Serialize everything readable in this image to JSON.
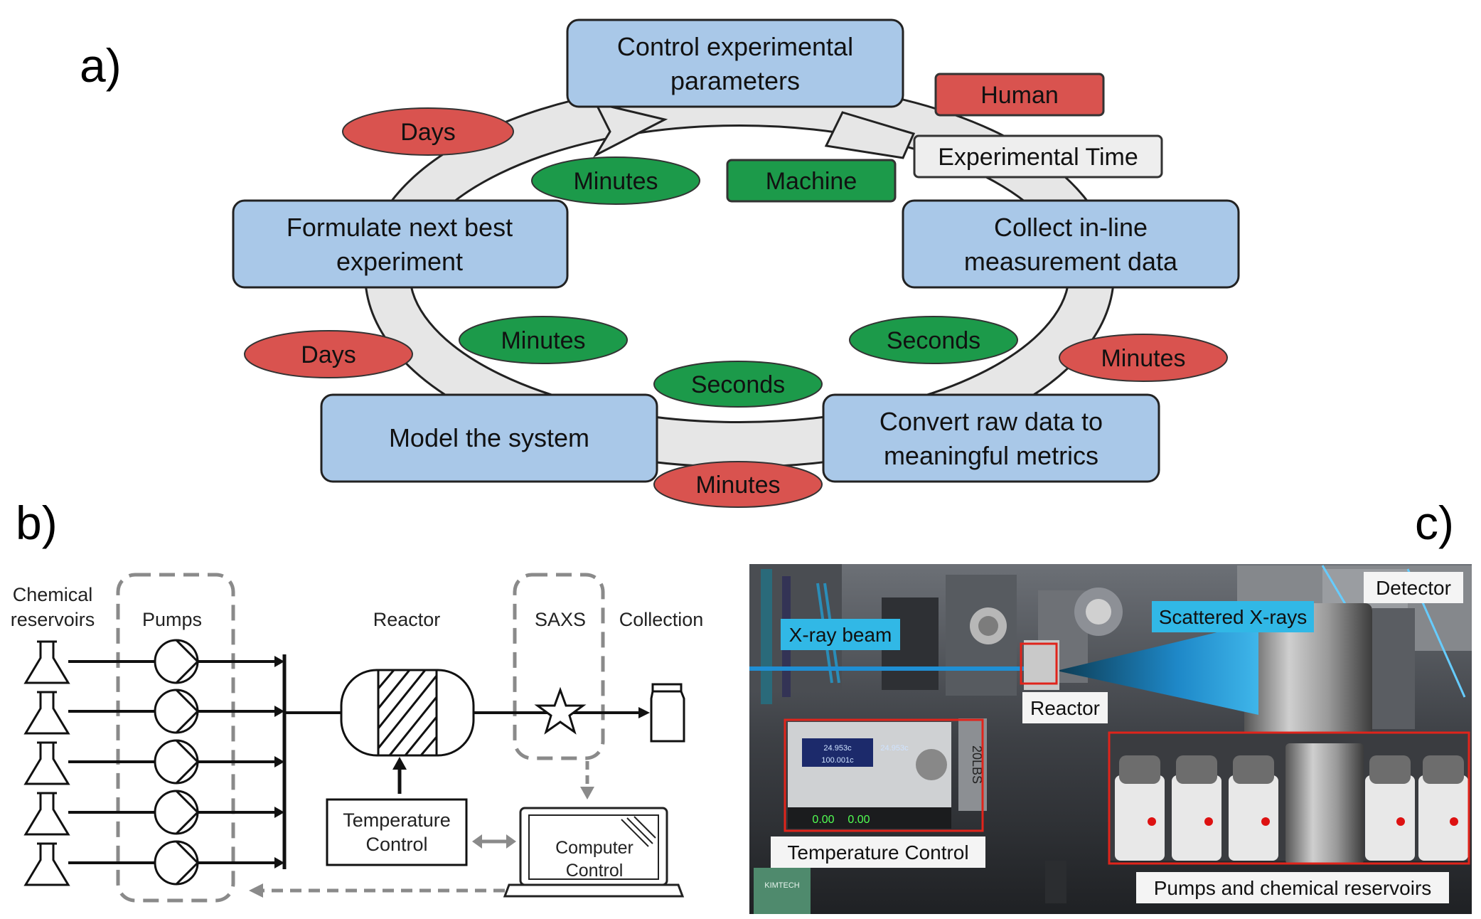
{
  "panel_a": {
    "label": "a)",
    "boxes": {
      "control": [
        "Control experimental",
        "parameters"
      ],
      "formulate": [
        "Formulate next best",
        "experiment"
      ],
      "collect": [
        "Collect in-line",
        "measurement data"
      ],
      "model": [
        "Model the system"
      ],
      "convert": [
        "Convert raw data to",
        "meaningful metrics"
      ]
    },
    "ovals": {
      "days_top": "Days",
      "minutes_top": "Minutes",
      "days_left": "Days",
      "minutes_left": "Minutes",
      "seconds_bottom": "Seconds",
      "minutes_bottom": "Minutes",
      "seconds_right": "Seconds",
      "minutes_right": "Minutes"
    },
    "legend": {
      "human": "Human",
      "machine": "Machine",
      "experimental_time": "Experimental Time"
    },
    "colors": {
      "box": "#a9c8e8",
      "human": "#d9534f",
      "machine": "#1c9a4a",
      "arrow": "#e6e6e6"
    }
  },
  "panel_b": {
    "label": "b)",
    "chemical": [
      "Chemical",
      "reservoirs"
    ],
    "pumps": "Pumps",
    "reactor": "Reactor",
    "saxs": "SAXS",
    "collection": "Collection",
    "temperature": [
      "Temperature",
      "Control"
    ],
    "computer": [
      "Computer",
      "Control"
    ]
  },
  "panel_c": {
    "label": "c)",
    "labels": {
      "xray": "X-ray beam",
      "scattered": "Scattered X-rays",
      "detector": "Detector",
      "reactor": "Reactor",
      "temperature": "Temperature Control",
      "pumps": "Pumps and chemical reservoirs"
    },
    "instrument_texts": {
      "lab": "20LBS",
      "brand": "KIMTECH",
      "display1": "24.953c",
      "display2": "24.953c",
      "display3": "100.001c",
      "display4": "0.00",
      "display5": "0.00"
    }
  }
}
